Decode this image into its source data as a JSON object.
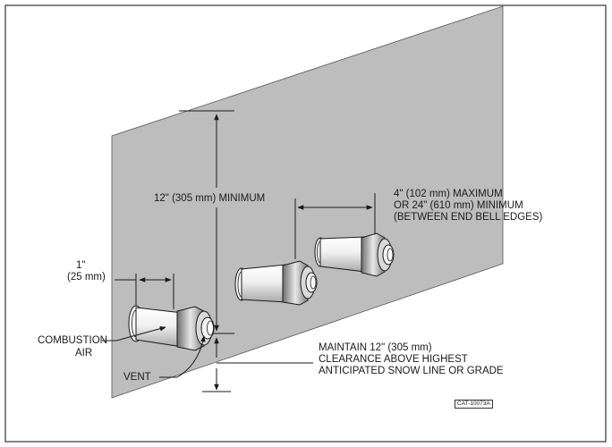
{
  "labels": {
    "min_height": "12\" (305 mm) MINIMUM",
    "spacing_line1": "4\" (102 mm) MAXIMUM",
    "spacing_line2": "OR 24\" (610 mm) MINIMUM",
    "spacing_line3": "(BETWEEN END BELL EDGES)",
    "offset_line1": "1\"",
    "offset_line2": "(25 mm)",
    "combustion_line1": "COMBUSTION",
    "combustion_line2": "AIR",
    "vent": "VENT",
    "snow_line1": "MAINTAIN 12\" (305 mm)",
    "snow_line2": "CLEARANCE ABOVE HIGHEST",
    "snow_line3": "ANTICIPATED SNOW LINE OR GRADE",
    "catalog_tag": "CAT-10073A"
  },
  "colors": {
    "wall": "#bdbdbd",
    "line": "#1a1a1a",
    "pipe_light": "#f5f5f5",
    "pipe_dark": "#8c8c8c"
  }
}
